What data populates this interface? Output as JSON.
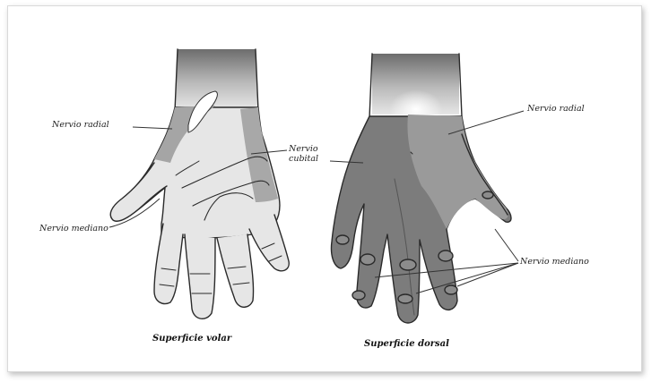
{
  "labels": {
    "radial_left": "Nervio radial",
    "cubital_line1": "Nervio",
    "cubital_line2": "cubital",
    "mediano_left": "Nervio mediano",
    "radial_right": "Nervio radial",
    "mediano_right": "Nervio mediano"
  },
  "captions": {
    "volar": "Superficie volar",
    "dorsal": "Superficie dorsal"
  },
  "colors": {
    "skin": "#e4e4e4",
    "radial_shade": "#9c9c9c",
    "dark_shade": "#7a7a7a",
    "outline": "#2a2a2a"
  }
}
